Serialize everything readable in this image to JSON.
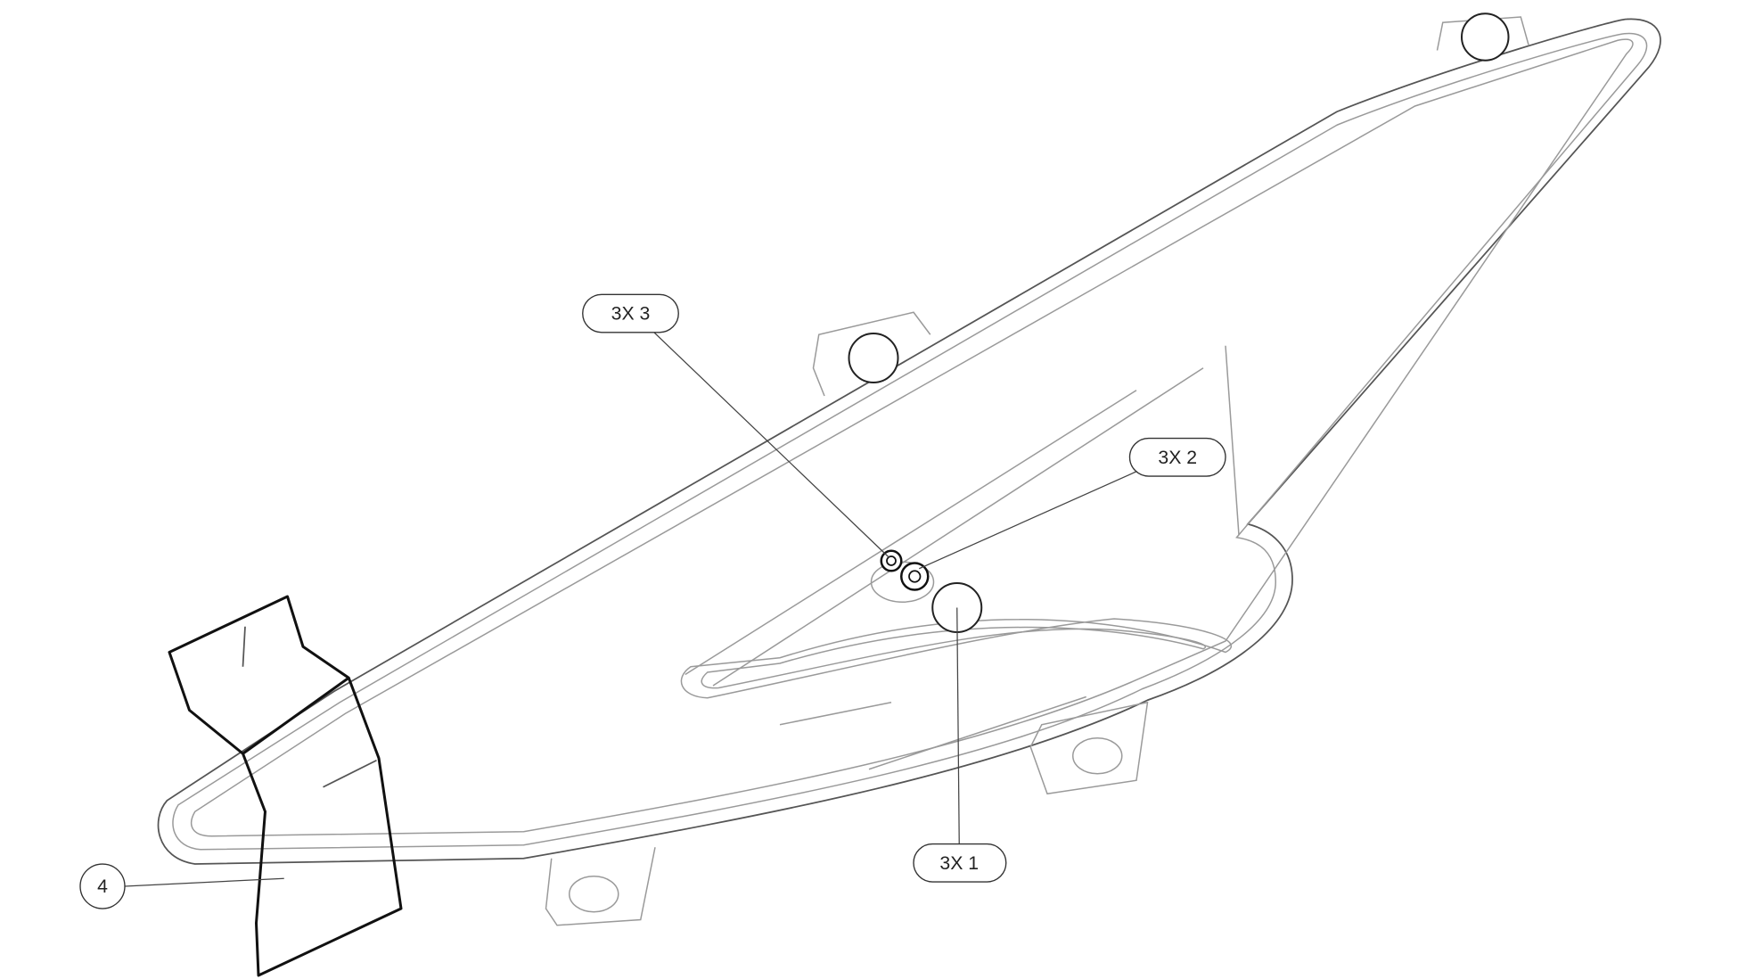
{
  "diagram": {
    "callouts": [
      {
        "id": "c3",
        "label": "3X 3"
      },
      {
        "id": "c2",
        "label": "3X 2"
      },
      {
        "id": "c1",
        "label": "3X 1"
      },
      {
        "id": "c4",
        "label": "4"
      }
    ]
  }
}
